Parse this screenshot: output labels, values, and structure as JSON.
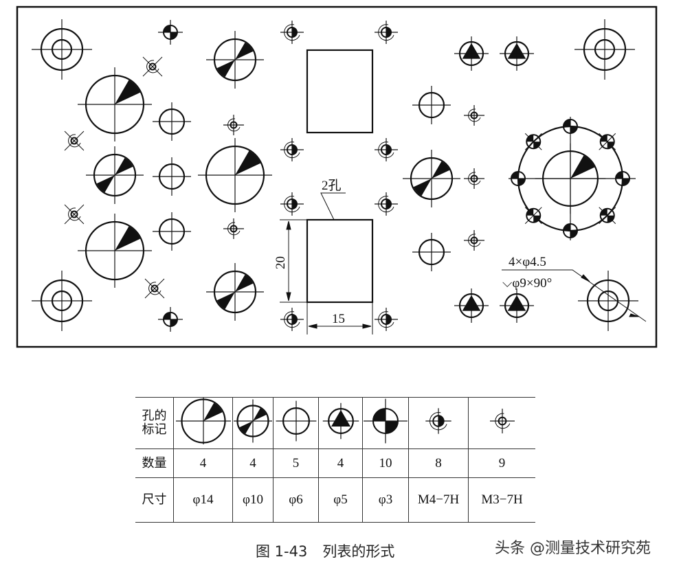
{
  "drawing": {
    "leader_label": "2孔",
    "dim_height": "20",
    "dim_width": "15",
    "note_line1": "4×φ4.5",
    "note_line2": "⌵φ9×90°"
  },
  "table": {
    "row_headers": [
      "孔的\n标记",
      "数量",
      "尺寸"
    ],
    "symbols": [
      "phi14-sector",
      "phi10-double-sector",
      "phi6-plain",
      "phi5-triangle",
      "phi3-quarters",
      "m4-thread",
      "m3-thread"
    ],
    "quantities": [
      "4",
      "4",
      "5",
      "4",
      "10",
      "8",
      "9"
    ],
    "sizes": [
      "φ14",
      "φ10",
      "φ6",
      "φ5",
      "φ3",
      "M4−7H",
      "M3−7H"
    ]
  },
  "caption": {
    "number": "图 1-43",
    "title": "列表的形式"
  },
  "watermark": "头条 @测量技术研究苑"
}
